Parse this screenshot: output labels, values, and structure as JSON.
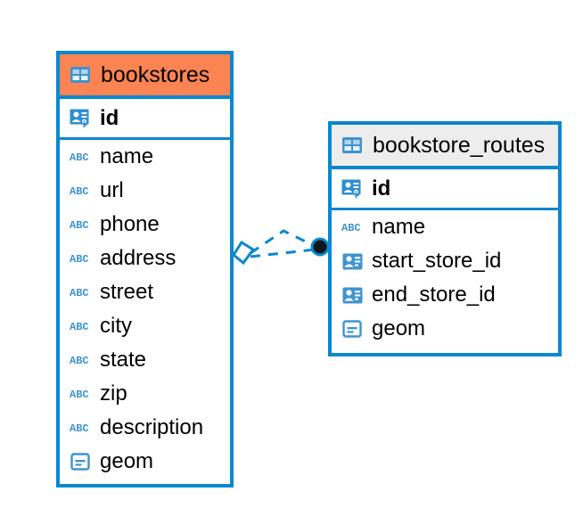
{
  "diagram": {
    "type": "entity-relationship-diagram",
    "background": "#ffffff",
    "accent_color": "#0B87CE",
    "highlight_color": "#FC8452",
    "header_neutral_color": "#EDEDED"
  },
  "tables": [
    {
      "name": "bookstores",
      "header_label": "bookstores",
      "header_icon": "table-grid-icon",
      "header_background": "#FC8452",
      "selected": true,
      "columns": [
        {
          "label": "id",
          "icon": "primary-key-icon",
          "kind": "primary-key"
        },
        {
          "label": "name",
          "icon": "abc-text-icon",
          "kind": "text"
        },
        {
          "label": "url",
          "icon": "abc-text-icon",
          "kind": "text"
        },
        {
          "label": "phone",
          "icon": "abc-text-icon",
          "kind": "text"
        },
        {
          "label": "address",
          "icon": "abc-text-icon",
          "kind": "text"
        },
        {
          "label": "street",
          "icon": "abc-text-icon",
          "kind": "text"
        },
        {
          "label": "city",
          "icon": "abc-text-icon",
          "kind": "text"
        },
        {
          "label": "state",
          "icon": "abc-text-icon",
          "kind": "text"
        },
        {
          "label": "zip",
          "icon": "abc-text-icon",
          "kind": "text"
        },
        {
          "label": "description",
          "icon": "abc-text-icon",
          "kind": "text"
        },
        {
          "label": "geom",
          "icon": "geometry-icon",
          "kind": "geometry"
        }
      ]
    },
    {
      "name": "bookstore_routes",
      "header_label": "bookstore_routes",
      "header_icon": "table-grid-icon",
      "header_background": "#EDEDED",
      "selected": false,
      "columns": [
        {
          "label": "id",
          "icon": "primary-key-icon",
          "kind": "primary-key"
        },
        {
          "label": "name",
          "icon": "abc-text-icon",
          "kind": "text"
        },
        {
          "label": "start_store_id",
          "icon": "foreign-key-icon",
          "kind": "foreign-key"
        },
        {
          "label": "end_store_id",
          "icon": "foreign-key-icon",
          "kind": "foreign-key"
        },
        {
          "label": "geom",
          "icon": "geometry-icon",
          "kind": "geometry"
        }
      ]
    }
  ],
  "relationship": {
    "style": "dashed",
    "color": "#0B87CE",
    "source_endpoint": "diamond-outline",
    "target_endpoint": "filled-circle",
    "from_table": "bookstores",
    "to_table": "bookstore_routes"
  }
}
